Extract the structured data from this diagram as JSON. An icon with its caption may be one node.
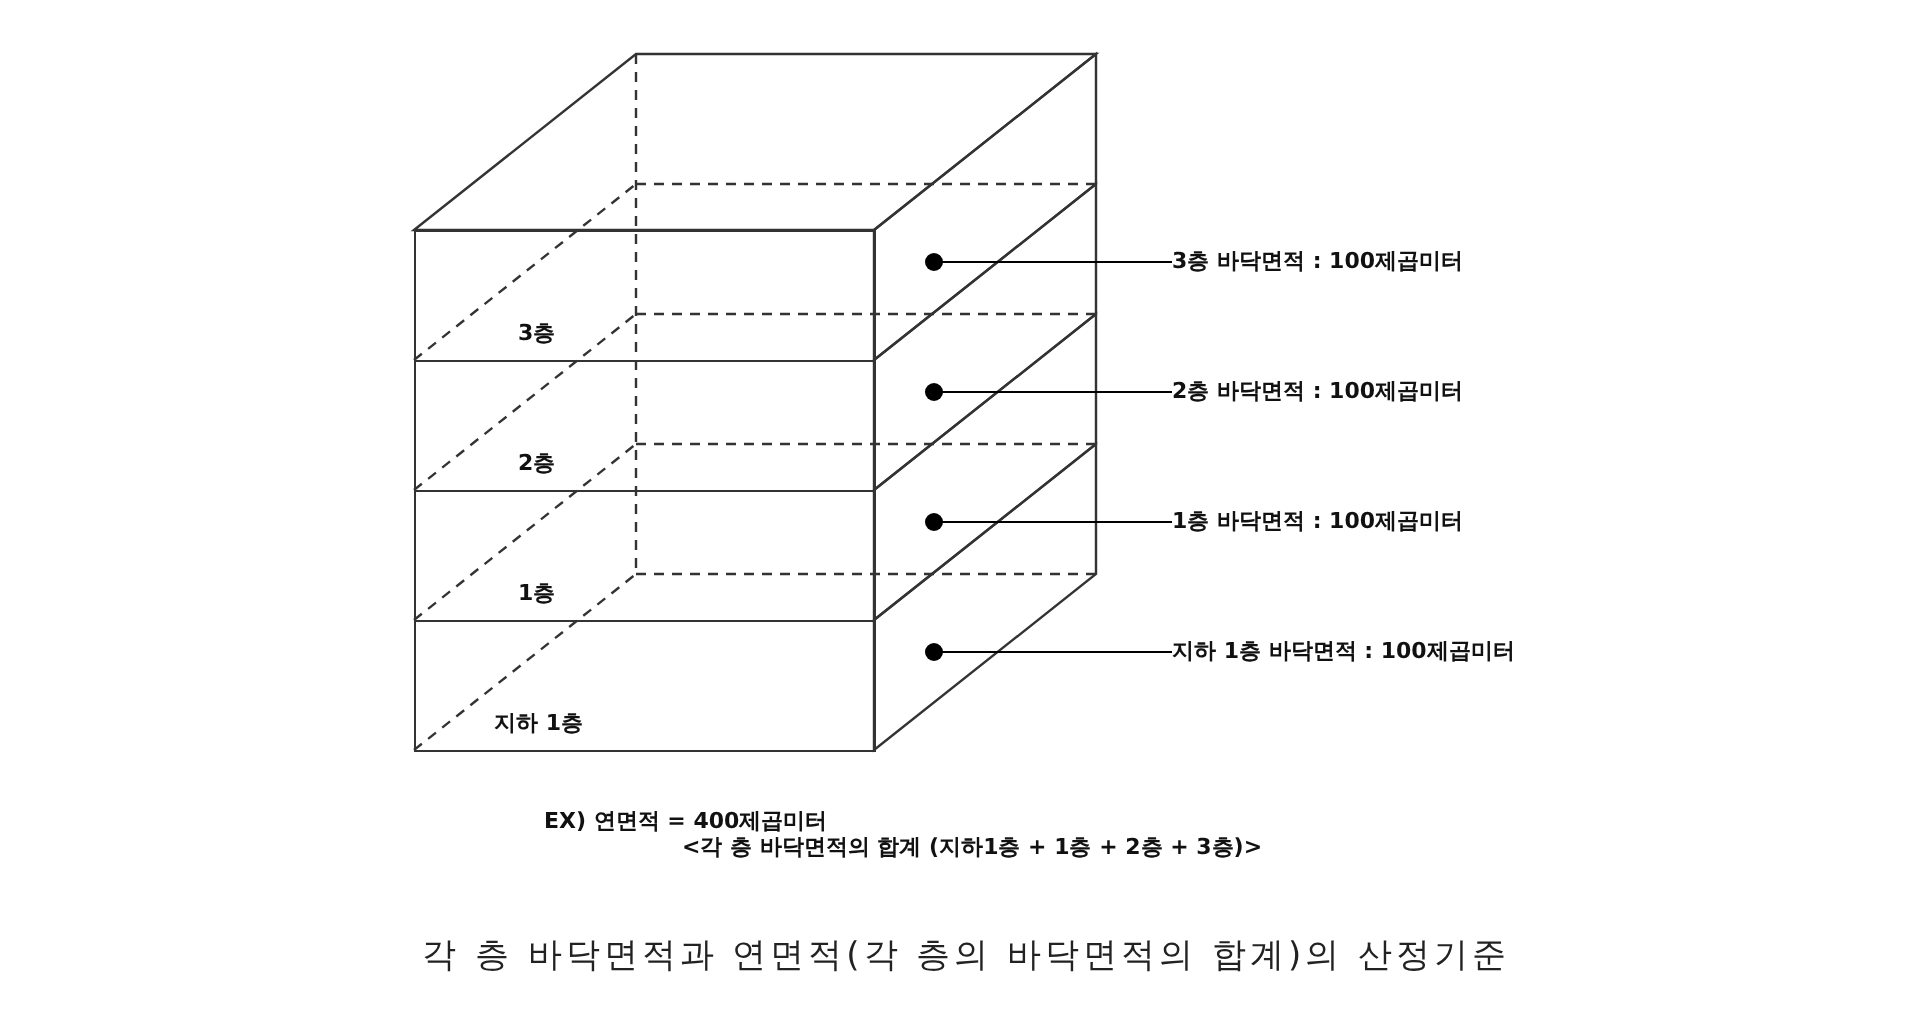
{
  "diagram": {
    "caption": "각 층 바닥면적과 연면적(각 층의 바닥면적의 합계)의 산정기준",
    "nodes": [
      {
        "text": [
          "3층"
        ]
      },
      {
        "text": [
          "2층"
        ]
      },
      {
        "text": [
          "1층"
        ]
      },
      {
        "text": [
          "지하 1층"
        ]
      },
      {
        "text": [],
        "shape": "parallelogram"
      },
      {
        "text": [],
        "shape": "parallelogram"
      },
      {
        "text": [],
        "shape": "parallelogram"
      },
      {
        "text": [],
        "shape": "parallelogram"
      },
      {
        "text": [
          "3층 바닥면적 : 100제곱미터"
        ]
      },
      {
        "text": [
          "2층 바닥면적 : 100제곱미터"
        ]
      },
      {
        "text": [
          "1층 바닥면적 : 100제곱미터"
        ]
      },
      {
        "text": [
          "지하 1층 바닥면적 : 100제곱미터"
        ]
      }
    ],
    "edges": [
      {
        "from": 8,
        "to": 4,
        "arrow": "other"
      },
      {
        "from": 9,
        "to": 5,
        "arrow": "other"
      },
      {
        "from": 10,
        "to": 6,
        "arrow": "other"
      },
      {
        "from": 11,
        "to": 7,
        "arrow": "other"
      }
    ],
    "labels": [
      "EX) 연면적 = 400제곱미터",
      "<각 층 바닥면적의 합계 (지하1층 + 1층 + 2층 + 3층)>"
    ]
  }
}
